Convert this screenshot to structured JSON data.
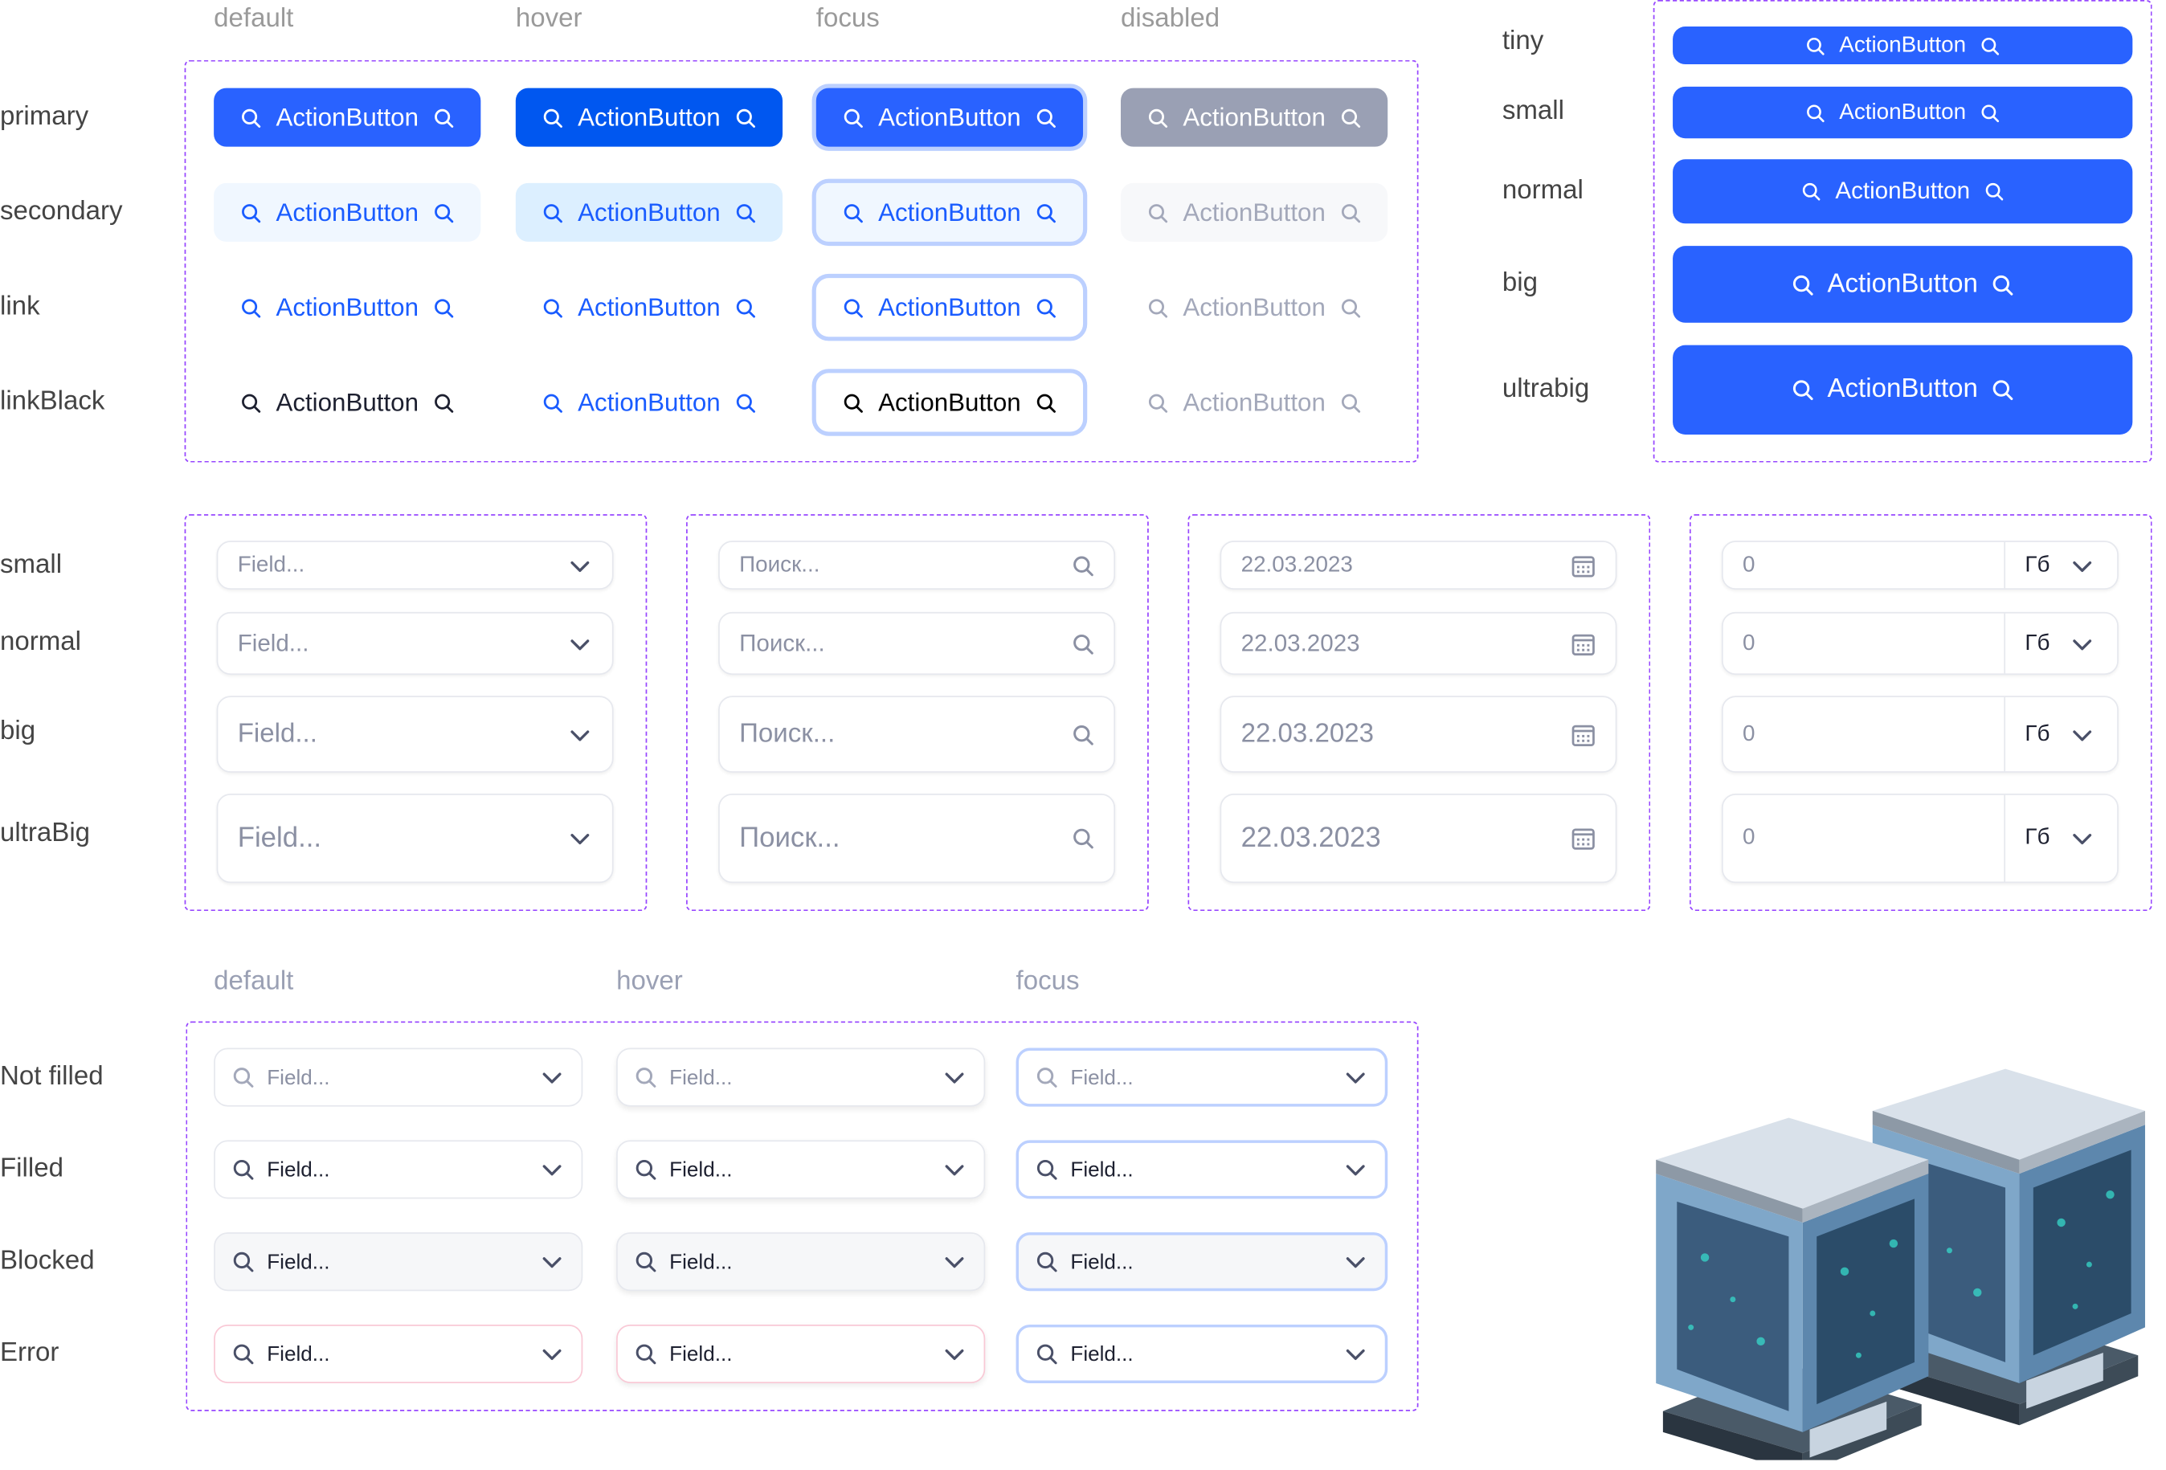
{
  "buttons": {
    "label": "ActionButton",
    "states": [
      "default",
      "hover",
      "focus",
      "disabled"
    ],
    "variants": [
      "primary",
      "secondary",
      "link",
      "linkBlack"
    ],
    "sizes": [
      "tiny",
      "small",
      "normal",
      "big",
      "ultrabig"
    ]
  },
  "fields": {
    "sizes": [
      "small",
      "normal",
      "big",
      "ultraBig"
    ],
    "select_placeholder": "Field...",
    "search_placeholder": "Поиск...",
    "date_value": "22.03.2023",
    "number_value": "0",
    "unit_value": "Гб"
  },
  "select_states": {
    "columns": [
      "default",
      "hover",
      "focus"
    ],
    "rows": [
      "Not filled",
      "Filled",
      "Blocked",
      "Error"
    ],
    "value": "Field..."
  },
  "icons": [
    "search-icon",
    "chevron-down-icon",
    "calendar-icon"
  ],
  "colors": {
    "accent": "#2962ff",
    "hover": "#0057f0",
    "disabled": "#9aa0b4",
    "focus_ring": "#bcd0ff",
    "frame": "#9747ff",
    "error": "#f9c9d6"
  }
}
